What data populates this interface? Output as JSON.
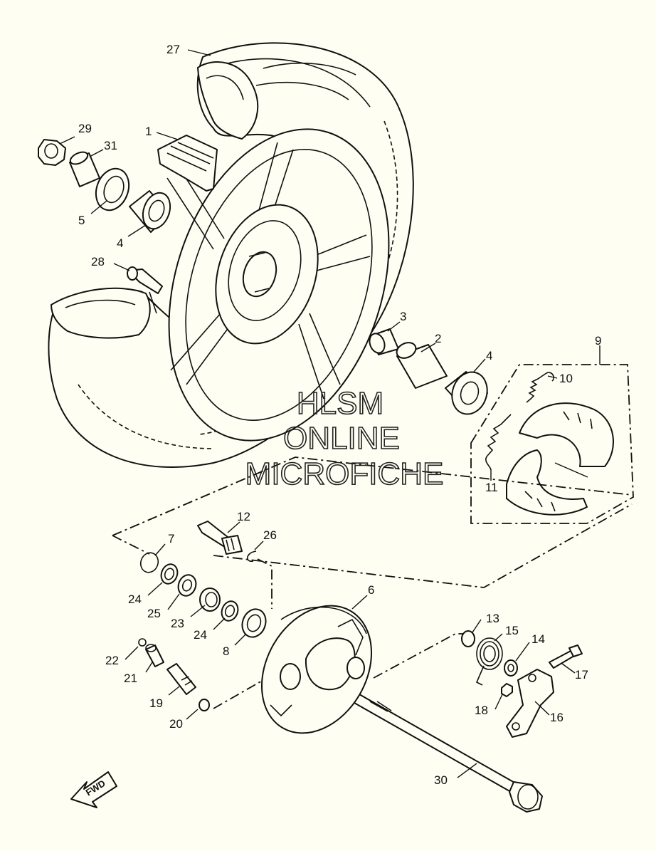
{
  "watermark": {
    "line1": "HLSM",
    "line2": "ONLINE",
    "line3": "MICROFICHE"
  },
  "direction_label": "FWD",
  "callouts": {
    "c1": "1",
    "c2": "2",
    "c3": "3",
    "c4a": "4",
    "c4b": "4",
    "c5": "5",
    "c6": "6",
    "c7": "7",
    "c8": "8",
    "c9": "9",
    "c10": "10",
    "c11": "11",
    "c12": "12",
    "c13": "13",
    "c14": "14",
    "c15": "15",
    "c16": "16",
    "c17": "17",
    "c18": "18",
    "c19": "19",
    "c20": "20",
    "c21": "21",
    "c22": "22",
    "c23": "23",
    "c24a": "24",
    "c24b": "24",
    "c25": "25",
    "c26": "26",
    "c27": "27",
    "c28": "28",
    "c29": "29",
    "c30": "30",
    "c31": "31"
  }
}
